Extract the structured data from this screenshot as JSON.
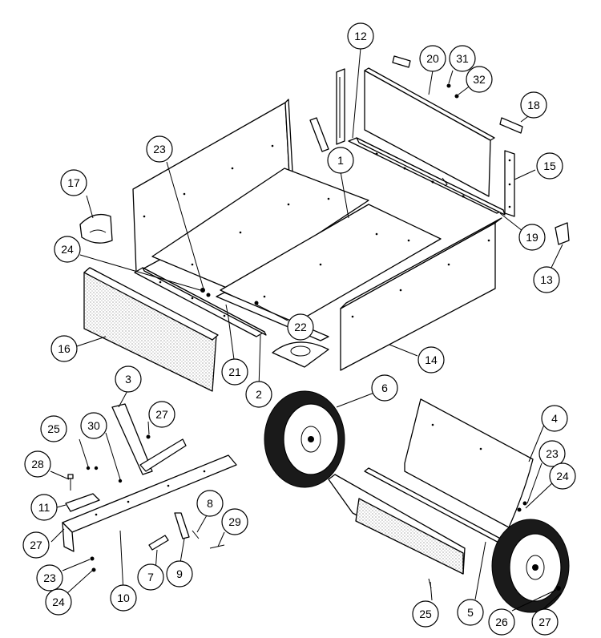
{
  "callouts": [
    {
      "id": "c12",
      "label": "12"
    },
    {
      "id": "c20",
      "label": "20"
    },
    {
      "id": "c31",
      "label": "31"
    },
    {
      "id": "c32",
      "label": "32"
    },
    {
      "id": "c18",
      "label": "18"
    },
    {
      "id": "c15",
      "label": "15"
    },
    {
      "id": "c13",
      "label": "13"
    },
    {
      "id": "c19",
      "label": "19"
    },
    {
      "id": "c1",
      "label": "1"
    },
    {
      "id": "c23a",
      "label": "23"
    },
    {
      "id": "c17",
      "label": "17"
    },
    {
      "id": "c24a",
      "label": "24"
    },
    {
      "id": "c16",
      "label": "16"
    },
    {
      "id": "c21",
      "label": "21"
    },
    {
      "id": "c2",
      "label": "2"
    },
    {
      "id": "c22",
      "label": "22"
    },
    {
      "id": "c14",
      "label": "14"
    },
    {
      "id": "c3",
      "label": "3"
    },
    {
      "id": "c27a",
      "label": "27"
    },
    {
      "id": "c30",
      "label": "30"
    },
    {
      "id": "c25a",
      "label": "25"
    },
    {
      "id": "c28",
      "label": "28"
    },
    {
      "id": "c11",
      "label": "11"
    },
    {
      "id": "c27b",
      "label": "27"
    },
    {
      "id": "c23b",
      "label": "23"
    },
    {
      "id": "c24b",
      "label": "24"
    },
    {
      "id": "c10",
      "label": "10"
    },
    {
      "id": "c7",
      "label": "7"
    },
    {
      "id": "c9",
      "label": "9"
    },
    {
      "id": "c8",
      "label": "8"
    },
    {
      "id": "c29",
      "label": "29"
    },
    {
      "id": "c6",
      "label": "6"
    },
    {
      "id": "c4",
      "label": "4"
    },
    {
      "id": "c23c",
      "label": "23"
    },
    {
      "id": "c24c",
      "label": "24"
    },
    {
      "id": "c25b",
      "label": "25"
    },
    {
      "id": "c5",
      "label": "5"
    },
    {
      "id": "c26",
      "label": "26"
    },
    {
      "id": "c27c",
      "label": "27"
    }
  ]
}
